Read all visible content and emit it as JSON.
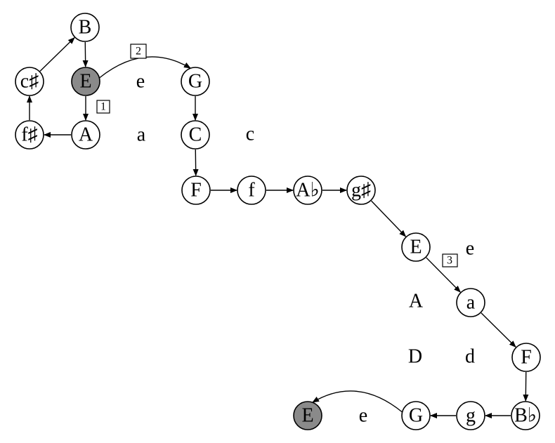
{
  "nodes": {
    "B1": {
      "label": "B",
      "filled": false
    },
    "Cs": {
      "label": "c♯",
      "filled": false
    },
    "E1": {
      "label": "E",
      "filled": true
    },
    "G1": {
      "label": "G",
      "filled": false
    },
    "Fs": {
      "label": "f♯",
      "filled": false
    },
    "A1": {
      "label": "A",
      "filled": false
    },
    "C1": {
      "label": "C",
      "filled": false
    },
    "F1": {
      "label": "F",
      "filled": false
    },
    "f1": {
      "label": "f",
      "filled": false
    },
    "Ab": {
      "label": "A♭",
      "filled": false
    },
    "Gs": {
      "label": "g♯",
      "filled": false
    },
    "E2": {
      "label": "E",
      "filled": false
    },
    "a2": {
      "label": "a",
      "filled": false
    },
    "F2": {
      "label": "F",
      "filled": false
    },
    "Bb": {
      "label": "B♭",
      "filled": false
    },
    "g2": {
      "label": "g",
      "filled": false
    },
    "G2": {
      "label": "G",
      "filled": false
    },
    "E3": {
      "label": "E",
      "filled": true
    }
  },
  "free_labels": {
    "e1": "e",
    "a1": "a",
    "c1": "c",
    "e2": "e",
    "A3": "A",
    "D3": "D",
    "d3": "d",
    "e3": "e"
  },
  "steps": {
    "s1": "1",
    "s2": "2",
    "s3": "3"
  },
  "edges": [
    [
      "B1",
      "E1"
    ],
    [
      "Cs",
      "B1"
    ],
    [
      "Fs",
      "Cs"
    ],
    [
      "A1",
      "Fs"
    ],
    [
      "E1",
      "A1"
    ],
    [
      "E1",
      "G1",
      "curve"
    ],
    [
      "G1",
      "C1"
    ],
    [
      "C1",
      "F1"
    ],
    [
      "F1",
      "f1"
    ],
    [
      "f1",
      "Ab"
    ],
    [
      "Ab",
      "Gs"
    ],
    [
      "Gs",
      "E2"
    ],
    [
      "E2",
      "a2"
    ],
    [
      "a2",
      "F2"
    ],
    [
      "F2",
      "Bb"
    ],
    [
      "Bb",
      "g2"
    ],
    [
      "g2",
      "G2"
    ],
    [
      "G2",
      "E3",
      "curve"
    ]
  ]
}
